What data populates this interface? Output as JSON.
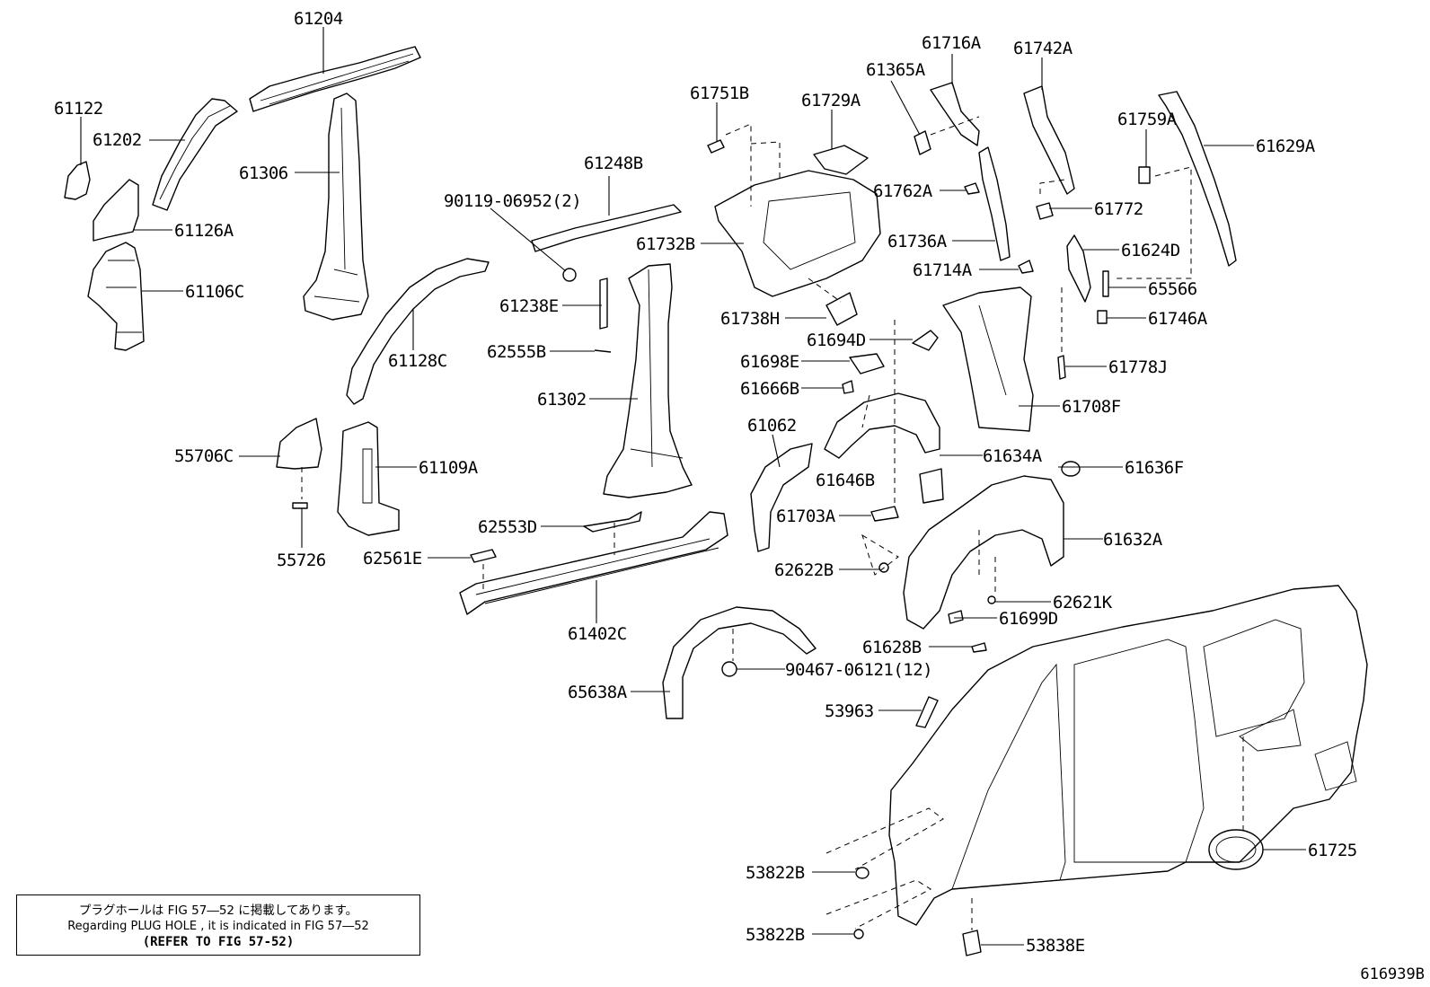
{
  "labels": [
    {
      "id": "61204",
      "text": "61204"
    },
    {
      "id": "61122",
      "text": "61122"
    },
    {
      "id": "61202",
      "text": "61202"
    },
    {
      "id": "61306",
      "text": "61306"
    },
    {
      "id": "61126A",
      "text": "61126A"
    },
    {
      "id": "61106C",
      "text": "61106C"
    },
    {
      "id": "61128C",
      "text": "61128C"
    },
    {
      "id": "55706C",
      "text": "55706C"
    },
    {
      "id": "61109A",
      "text": "61109A"
    },
    {
      "id": "55726",
      "text": "55726"
    },
    {
      "id": "62561E",
      "text": "62561E"
    },
    {
      "id": "61751B",
      "text": "61751B"
    },
    {
      "id": "61248B",
      "text": "61248B"
    },
    {
      "id": "90119",
      "text": "90119-06952(2)"
    },
    {
      "id": "61238E",
      "text": "61238E"
    },
    {
      "id": "62555B",
      "text": "62555B"
    },
    {
      "id": "61302",
      "text": "61302"
    },
    {
      "id": "62553D",
      "text": "62553D"
    },
    {
      "id": "61402C",
      "text": "61402C"
    },
    {
      "id": "61729A",
      "text": "61729A"
    },
    {
      "id": "61732B",
      "text": "61732B"
    },
    {
      "id": "61738H",
      "text": "61738H"
    },
    {
      "id": "61694D",
      "text": "61694D"
    },
    {
      "id": "61698E",
      "text": "61698E"
    },
    {
      "id": "61666B",
      "text": "61666B"
    },
    {
      "id": "61062",
      "text": "61062"
    },
    {
      "id": "61646B",
      "text": "61646B"
    },
    {
      "id": "61703A",
      "text": "61703A"
    },
    {
      "id": "62622B",
      "text": "62622B"
    },
    {
      "id": "65638A",
      "text": "65638A"
    },
    {
      "id": "90467",
      "text": "90467-06121(12)"
    },
    {
      "id": "61365A",
      "text": "61365A"
    },
    {
      "id": "61716A",
      "text": "61716A"
    },
    {
      "id": "61742A",
      "text": "61742A"
    },
    {
      "id": "61759A",
      "text": "61759A"
    },
    {
      "id": "61629A",
      "text": "61629A"
    },
    {
      "id": "61762A",
      "text": "61762A"
    },
    {
      "id": "61772",
      "text": "61772"
    },
    {
      "id": "61736A",
      "text": "61736A"
    },
    {
      "id": "61624D",
      "text": "61624D"
    },
    {
      "id": "61714A",
      "text": "61714A"
    },
    {
      "id": "65566",
      "text": "65566"
    },
    {
      "id": "61746A",
      "text": "61746A"
    },
    {
      "id": "61778J",
      "text": "61778J"
    },
    {
      "id": "61708F",
      "text": "61708F"
    },
    {
      "id": "61634A",
      "text": "61634A"
    },
    {
      "id": "61636F",
      "text": "61636F"
    },
    {
      "id": "61632A",
      "text": "61632A"
    },
    {
      "id": "62621K",
      "text": "62621K"
    },
    {
      "id": "61699D",
      "text": "61699D"
    },
    {
      "id": "61628B",
      "text": "61628B"
    },
    {
      "id": "53963",
      "text": "53963"
    },
    {
      "id": "53822B_1",
      "text": "53822B"
    },
    {
      "id": "53822B_2",
      "text": "53822B"
    },
    {
      "id": "53838E",
      "text": "53838E"
    },
    {
      "id": "61725",
      "text": "61725"
    }
  ],
  "note": {
    "line1": "プラグホールは FIG 57―52 に掲載してあります。",
    "line2": "Regarding  PLUG  HOLE , it is indicated in  FIG  57―52",
    "line3": "(REFER TO FIG 57-52)"
  },
  "figure_number": "616939B"
}
